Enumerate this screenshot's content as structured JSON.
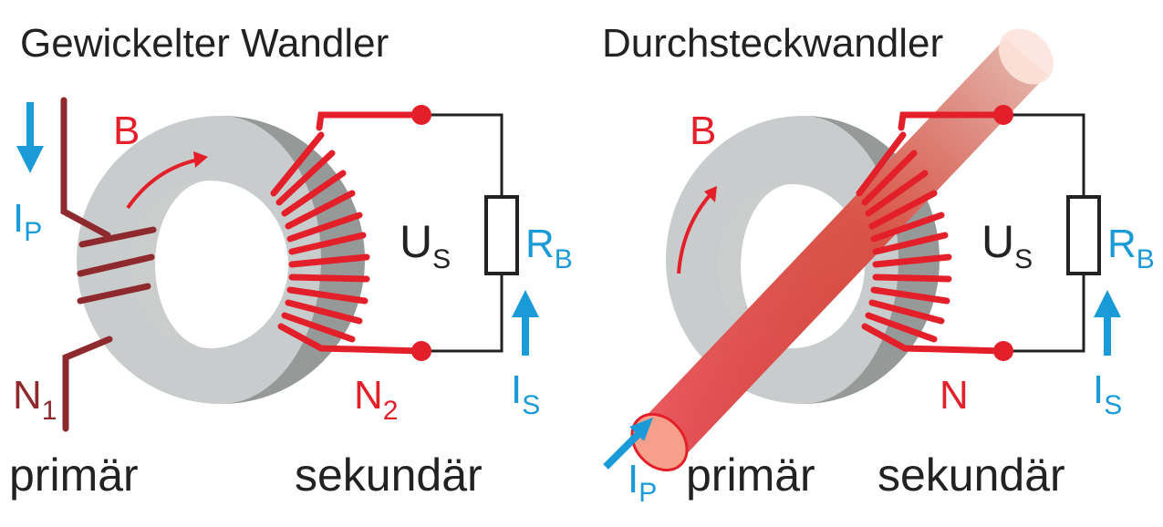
{
  "colors": {
    "primary_winding": "#8e2a2e",
    "secondary_winding": "#e3202a",
    "current_arrow": "#1a9ad6",
    "core_light": "#c9cccc",
    "core_dark": "#8c918f",
    "wire": "#222222"
  },
  "left": {
    "title": "Gewickelter Wandler",
    "flux_label": "B",
    "primary_current": {
      "main": "I",
      "sub": "P"
    },
    "primary_turns": {
      "main": "N",
      "sub": "1"
    },
    "secondary_turns": {
      "main": "N",
      "sub": "2"
    },
    "voltage": {
      "main": "U",
      "sub": "S"
    },
    "burden": {
      "main": "R",
      "sub": "B"
    },
    "secondary_current": {
      "main": "I",
      "sub": "S"
    },
    "primary_caption": "primär",
    "secondary_caption": "sekundär"
  },
  "right": {
    "title": "Durchsteckwandler",
    "flux_label": "B",
    "primary_current": {
      "main": "I",
      "sub": "P"
    },
    "secondary_turns": "N",
    "voltage": {
      "main": "U",
      "sub": "S"
    },
    "burden": {
      "main": "R",
      "sub": "B"
    },
    "secondary_current": {
      "main": "I",
      "sub": "S"
    },
    "primary_caption": "primär",
    "secondary_caption": "sekundär"
  }
}
